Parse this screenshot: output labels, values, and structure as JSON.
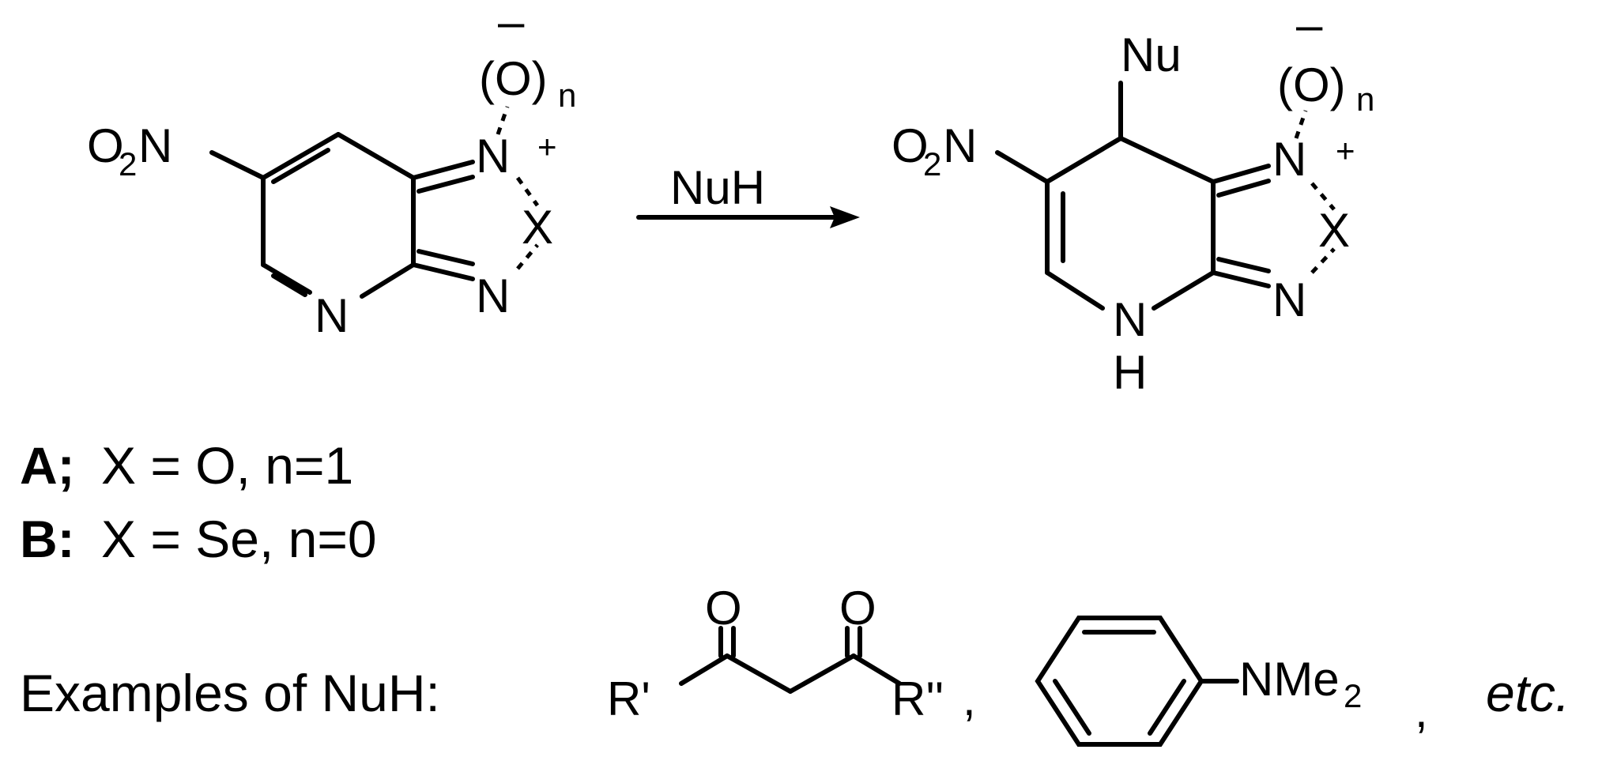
{
  "reactant": {
    "o2n_o": "O",
    "o2n_sub": "2",
    "o2n_n": "N",
    "ring_n_top": "N",
    "plus": "+",
    "ring_x": "X",
    "ring_n_bottom": "N",
    "pyridine_n": "N",
    "oxide_open": "(O)",
    "oxide_sub": "n",
    "minus": "–"
  },
  "arrow": {
    "reagent": "NuH"
  },
  "product": {
    "nu": "Nu",
    "o2n_o": "O",
    "o2n_sub": "2",
    "o2n_n": "N",
    "ring_n_top": "N",
    "plus": "+",
    "ring_x": "X",
    "ring_n_bottom": "N",
    "nh_n": "N",
    "nh_h": "H",
    "oxide_open": "(O)",
    "oxide_sub": "n",
    "minus": "–"
  },
  "definitions": [
    {
      "compound": "A;",
      "text": "X = O, n=1"
    },
    {
      "compound": "B:",
      "text": "X = Se, n=0"
    }
  ],
  "examples": {
    "label": "Examples of NuH:",
    "diketone": {
      "o1": "O",
      "o2": "O",
      "r1": "R'",
      "r2": "R''",
      "comma": ","
    },
    "aniline": {
      "nme": "NMe",
      "sub": "2",
      "comma": ","
    },
    "etc": "etc."
  }
}
